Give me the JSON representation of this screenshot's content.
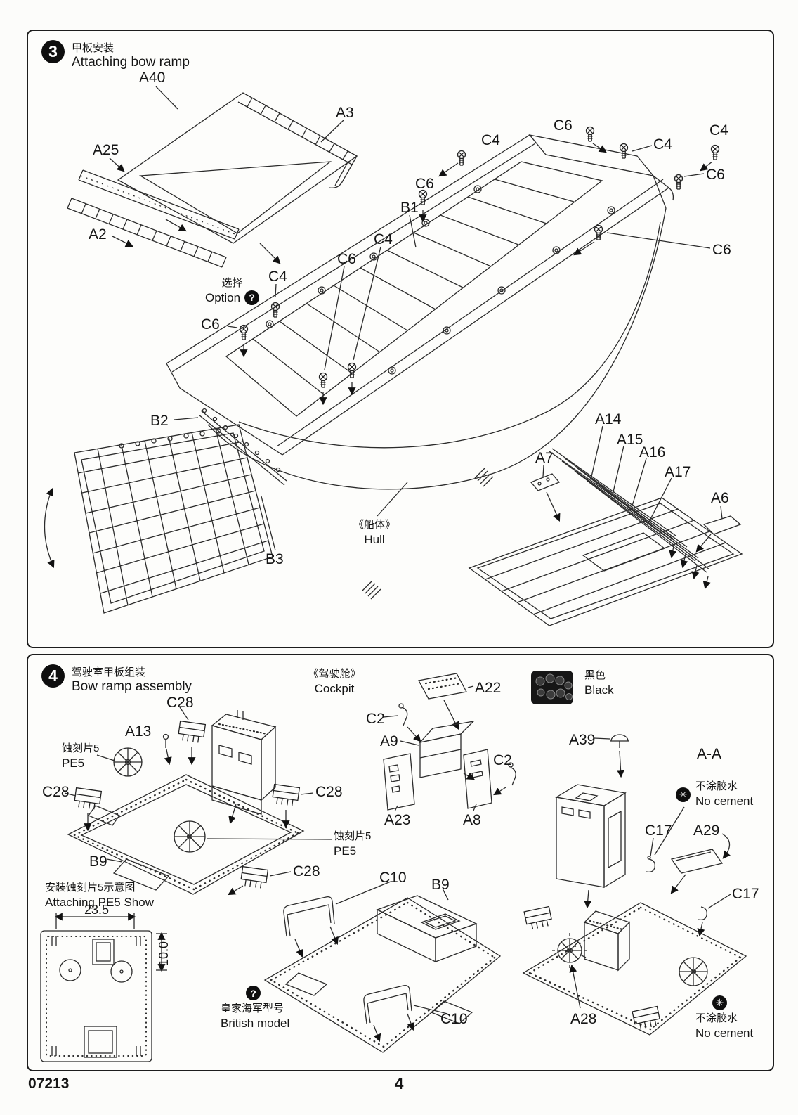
{
  "page": {
    "code": "07213",
    "number": "4"
  },
  "step3": {
    "number": "3",
    "title_zh": "甲板安装",
    "title_en": "Attaching bow ramp",
    "option": {
      "zh": "选择",
      "en": "Option",
      "badge": "?"
    },
    "hull": {
      "zh": "《船体》",
      "en": "Hull"
    },
    "labels": [
      "A40",
      "A3",
      "A25",
      "A2",
      "C4",
      "C6",
      "C6",
      "C4",
      "C4",
      "C6",
      "B1",
      "C4",
      "C6",
      "C6",
      "C4",
      "C6",
      "B2",
      "B3",
      "A14",
      "A15",
      "A16",
      "A17",
      "A7",
      "A6"
    ]
  },
  "step4": {
    "number": "4",
    "title_zh": "驾驶室甲板组装",
    "title_en": "Bow ramp assembly",
    "cockpit": {
      "zh": "《驾驶舱》",
      "en": "Cockpit"
    },
    "black": {
      "zh": "黑色",
      "en": "Black"
    },
    "pe5_a": {
      "zh": "蚀刻片5",
      "en": "PE5"
    },
    "pe5_b": {
      "zh": "蚀刻片5",
      "en": "PE5"
    },
    "pe5_show": {
      "zh": "安装蚀刻片5示意图",
      "en": "Attaching PE5 Show"
    },
    "no_cement_a": {
      "zh": "不涂胶水",
      "en": "No cement",
      "badge": "✳"
    },
    "no_cement_b": {
      "zh": "不涂胶水",
      "en": "No cement",
      "badge": "✳"
    },
    "british": {
      "zh": "皇家海军型号",
      "en": "British model",
      "badge": "?"
    },
    "labels": [
      "C28",
      "A13",
      "C28",
      "C28",
      "B9",
      "C28",
      "C2",
      "A9",
      "A23",
      "A8",
      "A22",
      "A39",
      "A-A",
      "C17",
      "A29",
      "C17",
      "C10",
      "B9",
      "C10",
      "A28",
      "23.5",
      "10.0",
      "C2"
    ]
  }
}
